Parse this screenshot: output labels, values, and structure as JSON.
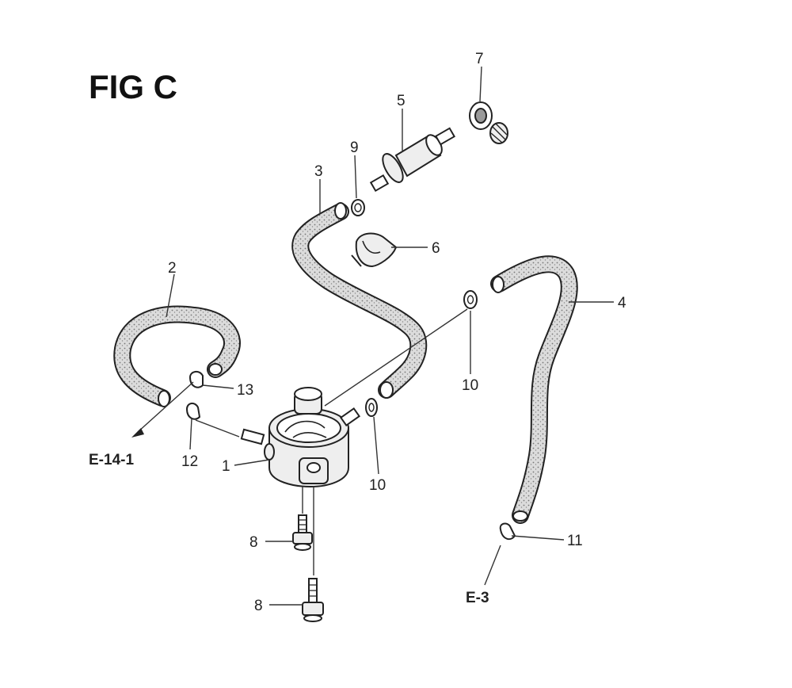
{
  "title": "FIG C",
  "parts": [
    {
      "id": "1",
      "label": "1"
    },
    {
      "id": "2",
      "label": "2"
    },
    {
      "id": "3",
      "label": "3"
    },
    {
      "id": "4",
      "label": "4"
    },
    {
      "id": "5",
      "label": "5"
    },
    {
      "id": "6",
      "label": "6"
    },
    {
      "id": "7",
      "label": "7"
    },
    {
      "id": "8a",
      "label": "8"
    },
    {
      "id": "8b",
      "label": "8"
    },
    {
      "id": "9",
      "label": "9"
    },
    {
      "id": "10a",
      "label": "10"
    },
    {
      "id": "10b",
      "label": "10"
    },
    {
      "id": "11",
      "label": "11"
    },
    {
      "id": "12",
      "label": "12"
    },
    {
      "id": "13",
      "label": "13"
    }
  ],
  "references": [
    {
      "id": "e14",
      "label": "E-14-1"
    },
    {
      "id": "e3",
      "label": "E-3"
    }
  ],
  "colors": {
    "line": "#222222",
    "hose_fill": "#d8d8d8",
    "background": "#ffffff"
  }
}
